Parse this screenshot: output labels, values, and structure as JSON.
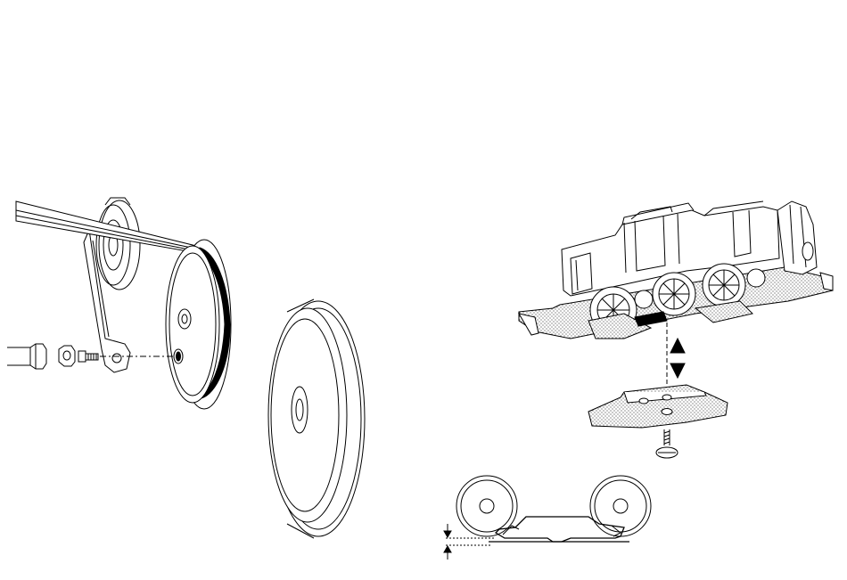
{
  "figure": {
    "background": "#ffffff",
    "ink": "#000000",
    "panels": [
      "wheel-tire-replacement",
      "locomotive-base-plate-removal",
      "wheelset-clearance-detail"
    ]
  }
}
